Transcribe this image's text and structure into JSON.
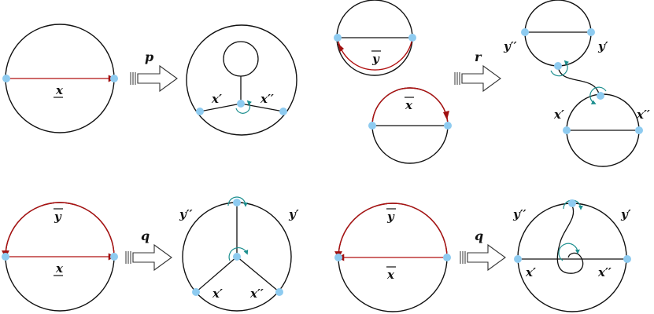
{
  "colors": {
    "line": "#111111",
    "red": "#b01010",
    "node": "#8ecbf0",
    "teal": "#1d8f8f"
  },
  "panel_p": {
    "left_edge_label": "x",
    "arrow_label": "p",
    "left_node_label": "x′",
    "right_node_label": "x′′"
  },
  "panel_r": {
    "top_chord_label": "y",
    "bottom_chord_label": "x",
    "arrow_label": "r",
    "top_left_label": "y′′",
    "top_right_label": "y′",
    "bottom_left_label": "x′",
    "bottom_right_label": "x′′"
  },
  "panel_q1": {
    "arc_label": "y",
    "chord_label": "x",
    "arrow_label": "q",
    "top_left_label": "y′′",
    "top_right_label": "y′",
    "bottom_left_label": "x′",
    "bottom_right_label": "x′′"
  },
  "panel_q2": {
    "arc_label": "y",
    "chord_label": "x",
    "arrow_label": "q",
    "top_left_label": "y′′",
    "top_right_label": "y′",
    "bottom_left_label": "x′",
    "bottom_right_label": "x′′"
  }
}
